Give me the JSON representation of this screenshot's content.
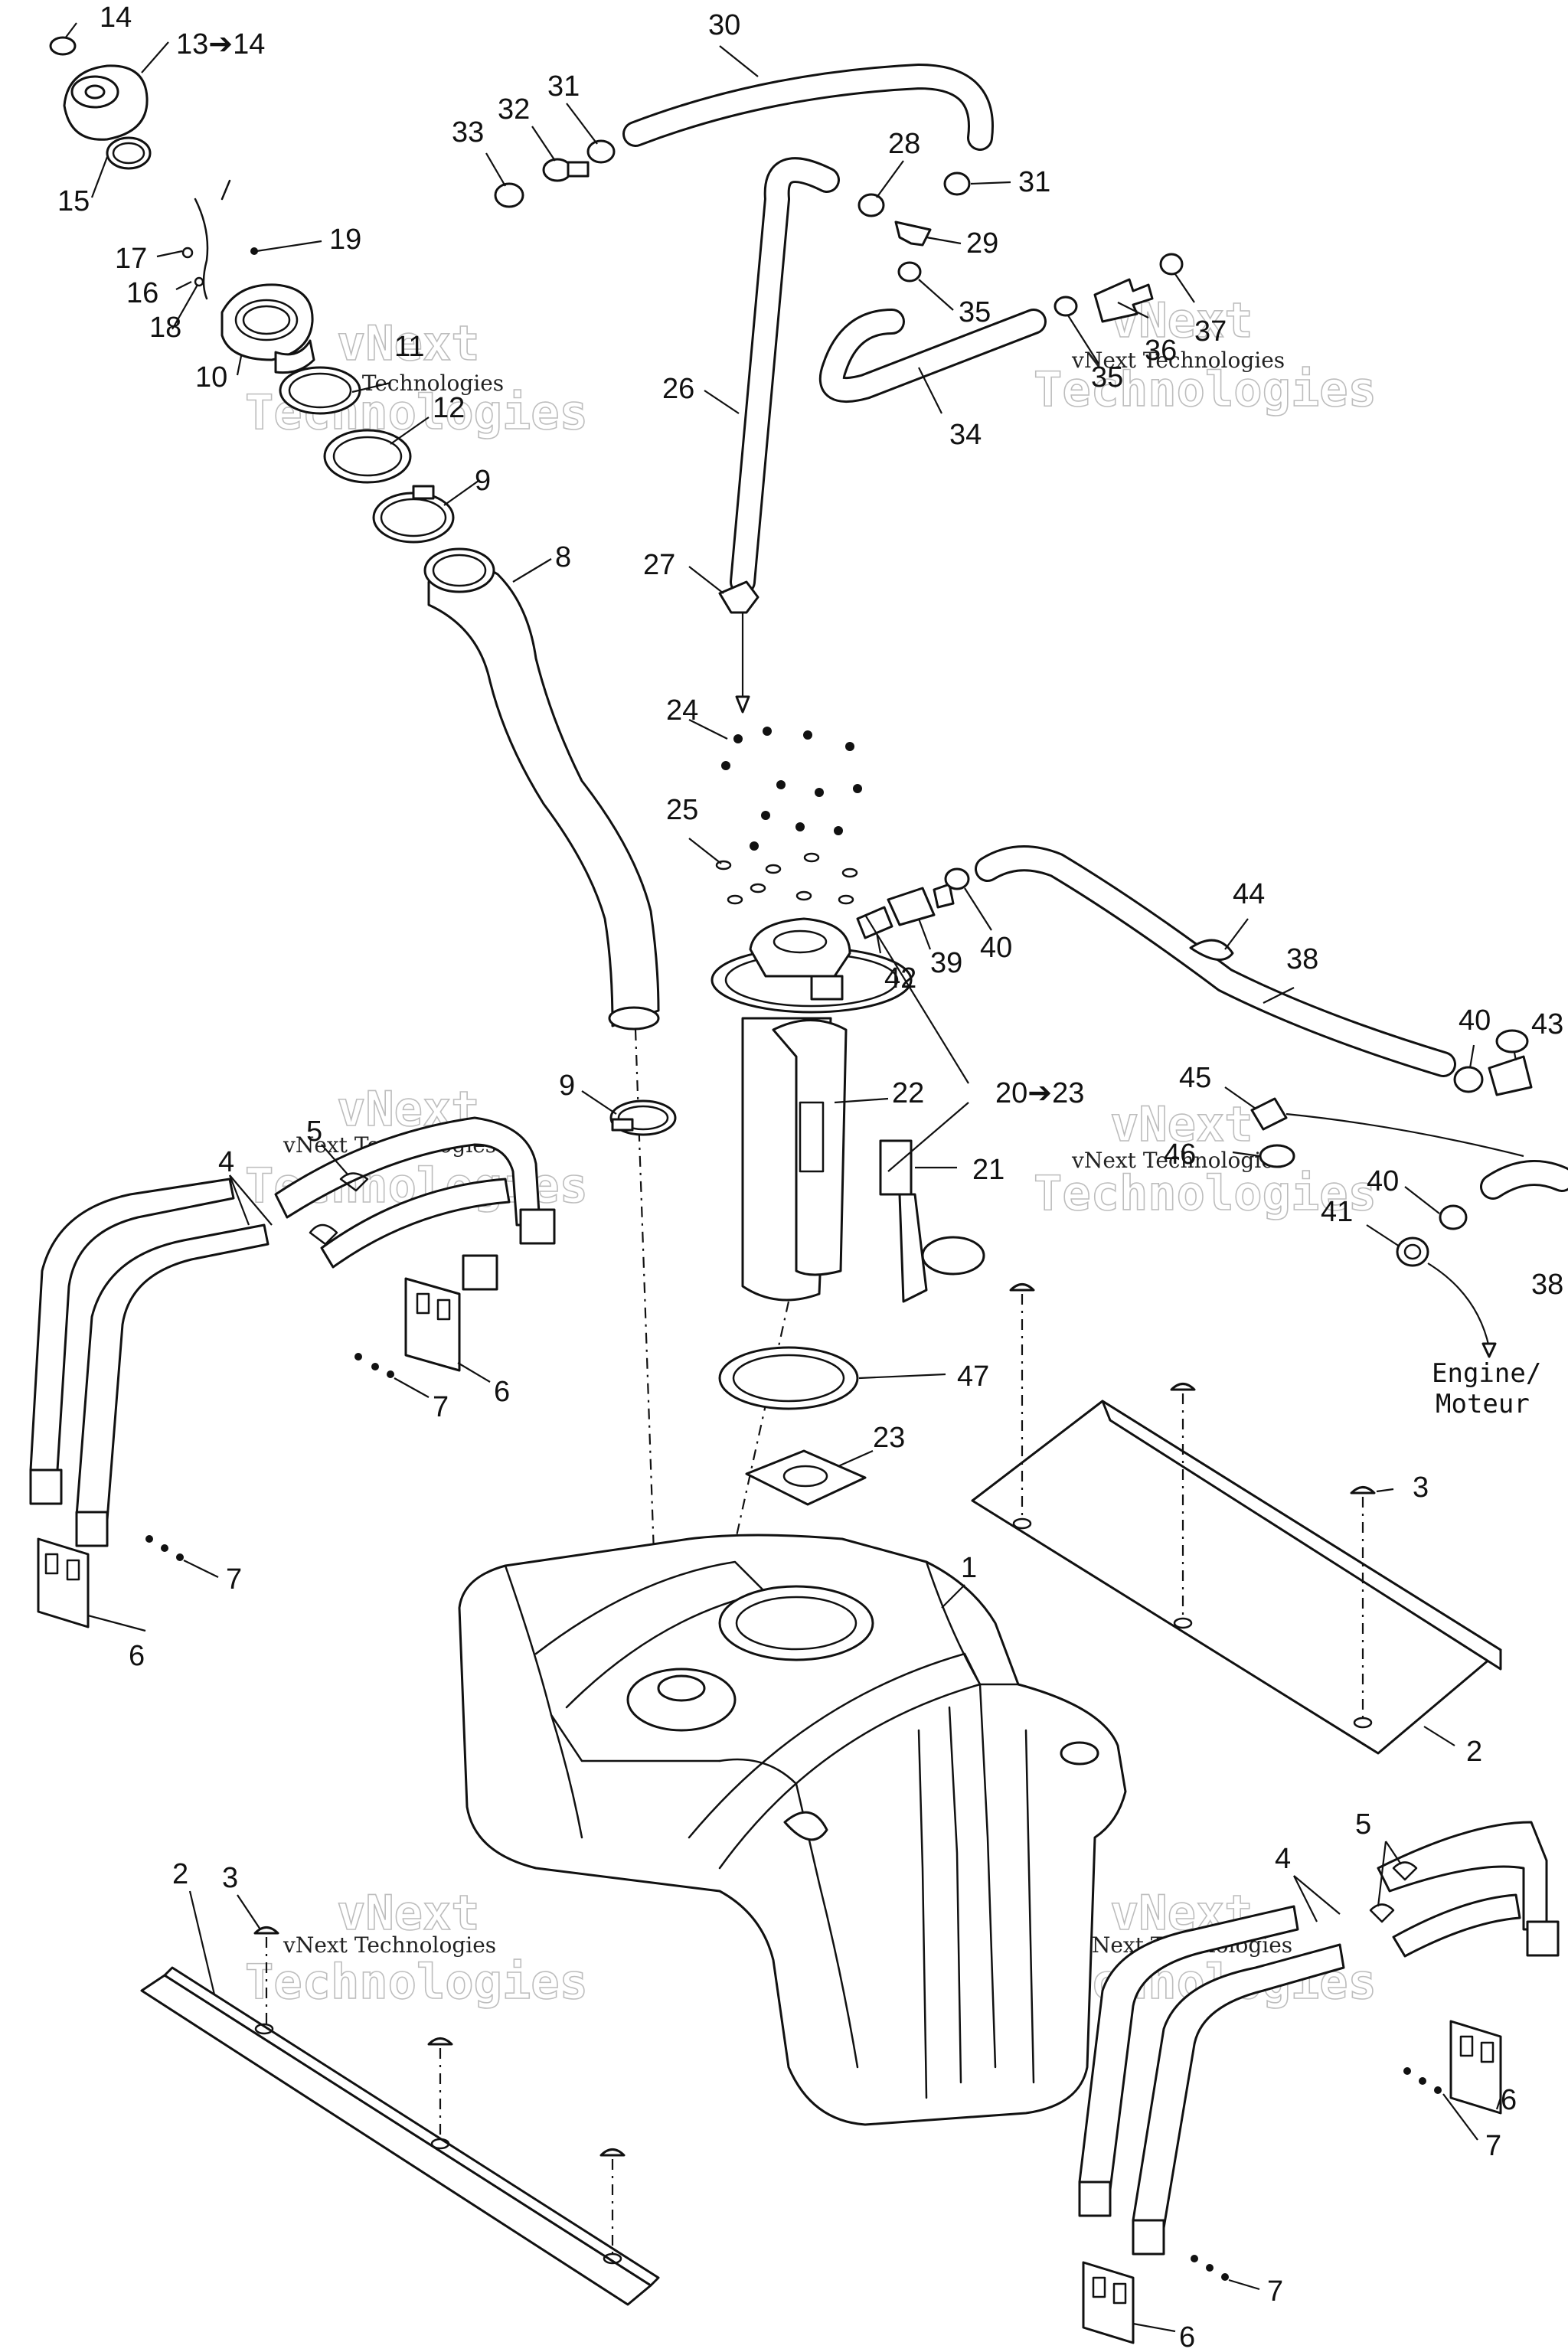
{
  "callouts": {
    "c1": "1",
    "c2a": "2",
    "c2b": "2",
    "c3a": "3",
    "c3b": "3",
    "c4a": "4",
    "c4b": "4",
    "c5a": "5",
    "c5b": "5",
    "c6a": "6",
    "c6b": "6",
    "c6c": "6",
    "c6d": "6",
    "c7a": "7",
    "c7b": "7",
    "c7c": "7",
    "c7d": "7",
    "c8": "8",
    "c9a": "9",
    "c9b": "9",
    "c10": "10",
    "c11": "11",
    "c12": "12",
    "c13": "13➔14",
    "c14": "14",
    "c15": "15",
    "c16": "16",
    "c17": "17",
    "c18": "18",
    "c19": "19",
    "c20": "20➔23",
    "c21": "21",
    "c22": "22",
    "c23": "23",
    "c24": "24",
    "c25": "25",
    "c26": "26",
    "c27": "27",
    "c28": "28",
    "c29": "29",
    "c30": "30",
    "c31a": "31",
    "c31b": "31",
    "c32": "32",
    "c33": "33",
    "c34": "34",
    "c35a": "35",
    "c35b": "35",
    "c36": "36",
    "c37": "37",
    "c38a": "38",
    "c38b": "38",
    "c39": "39",
    "c40a": "40",
    "c40b": "40",
    "c40c": "40",
    "c41": "41",
    "c42": "42",
    "c43": "43",
    "c44": "44",
    "c45": "45",
    "c46": "46",
    "c47": "47"
  },
  "note": {
    "line1": "Engine/",
    "line2": "Moteur"
  },
  "watermark": {
    "big": "vNext",
    "big2": "Technologies",
    "small": "vNext Technologies"
  },
  "colors": {
    "line": "#111111",
    "watermark": "#bdbdbd",
    "background": "#ffffff"
  }
}
